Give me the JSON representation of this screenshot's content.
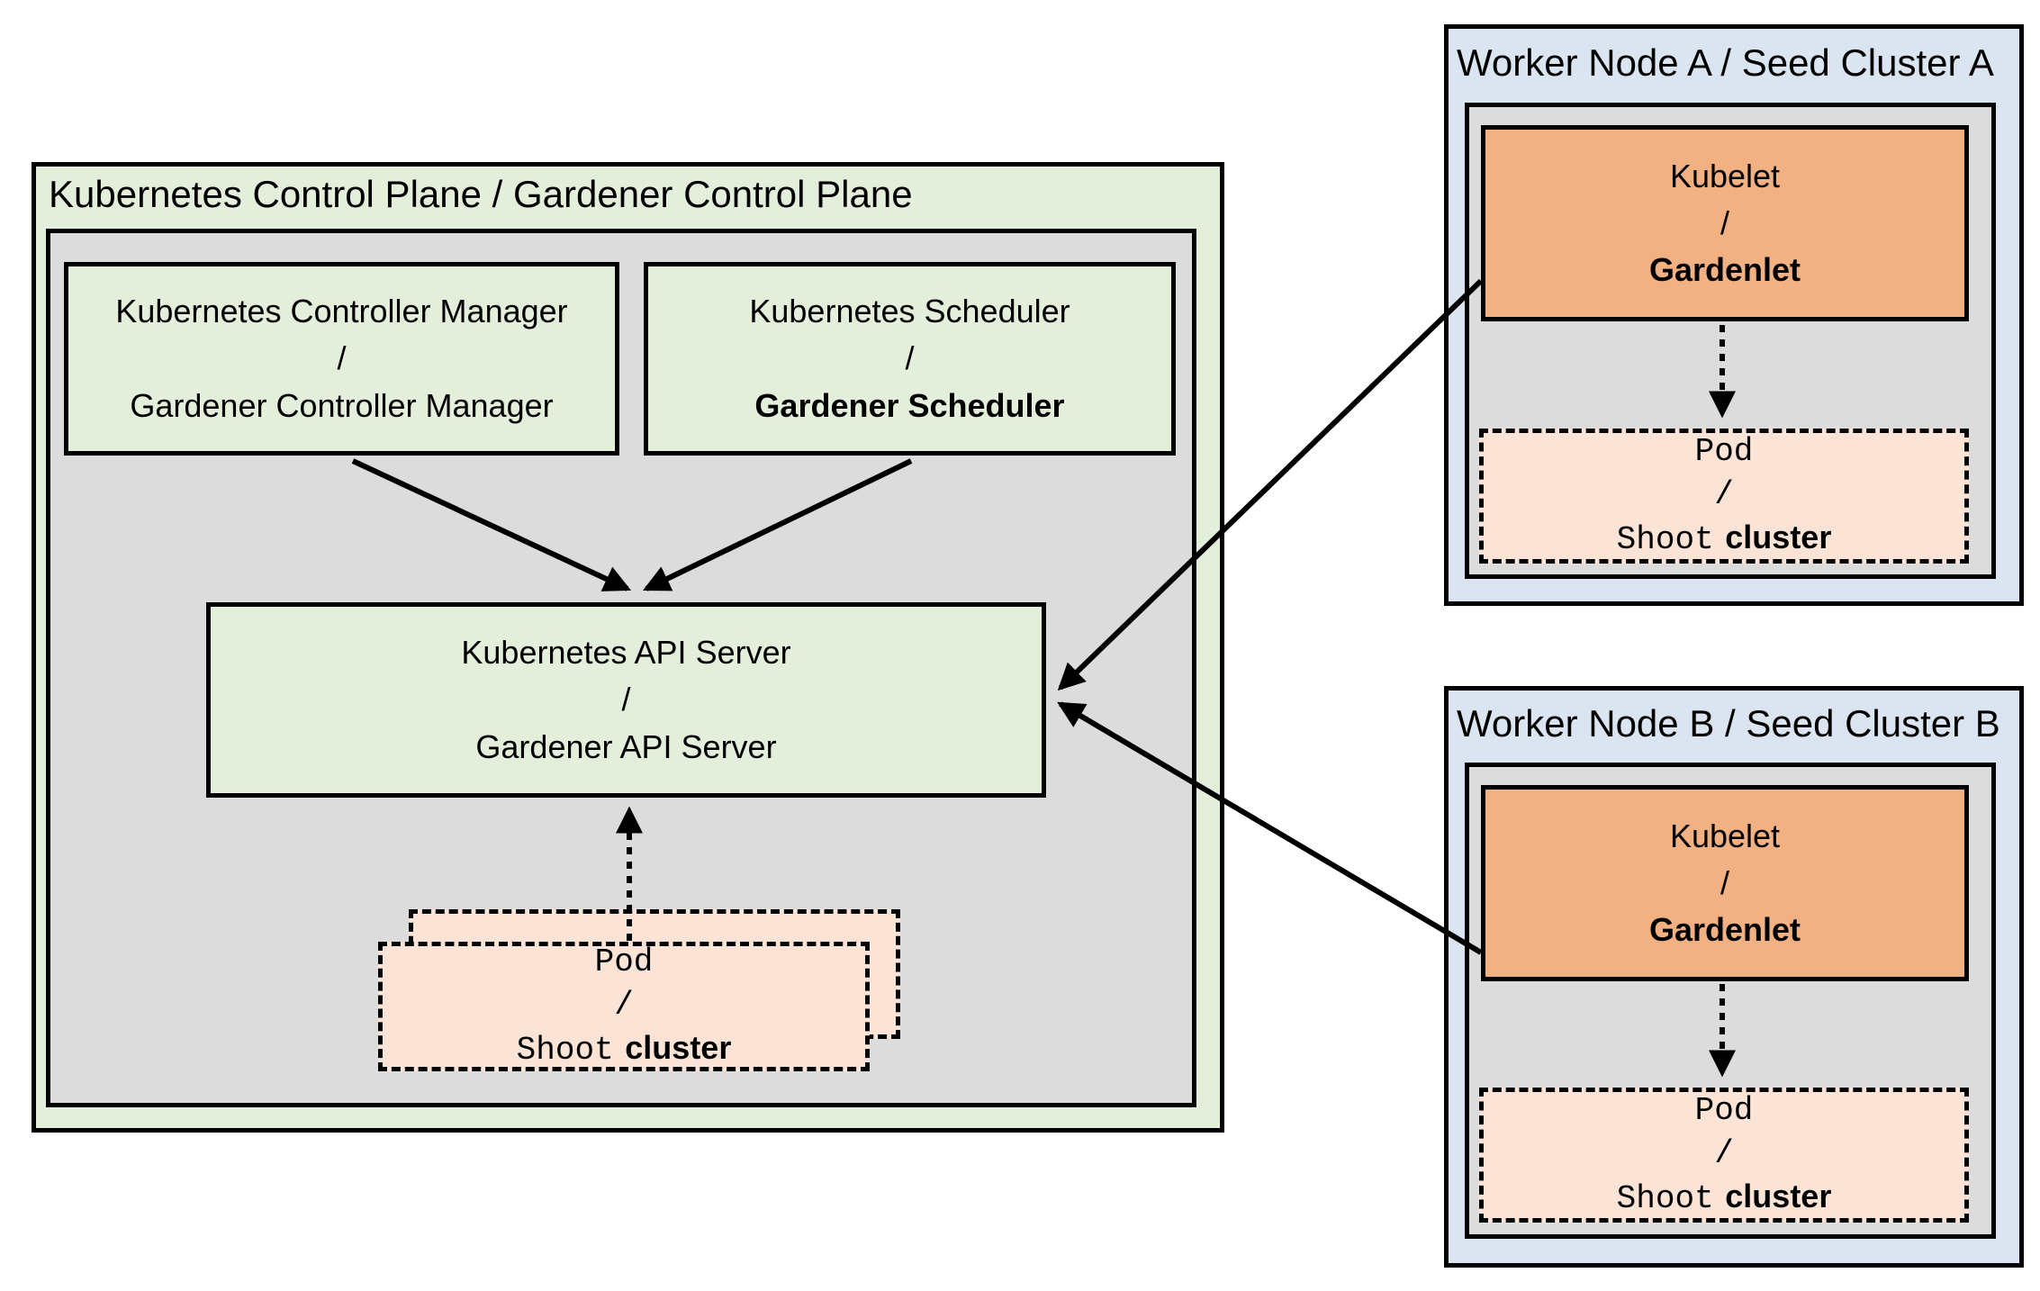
{
  "colors": {
    "light_green": "#e3efda",
    "gray": "#dcdcdc",
    "light_blue": "#dbe5f1",
    "orange": "#f2b183",
    "peach": "#fbe3d6",
    "line": "#000000"
  },
  "control_plane": {
    "title": "Kubernetes Control Plane / Gardener Control Plane",
    "controller_manager": {
      "top": "Kubernetes Controller Manager",
      "separator": "/",
      "bottom": "Gardener Controller Manager"
    },
    "scheduler": {
      "top": "Kubernetes Scheduler",
      "separator": "/",
      "bottom": "Gardener Scheduler"
    },
    "api_server": {
      "top": "Kubernetes API Server",
      "separator": "/",
      "bottom": "Gardener API Server"
    },
    "pod_stack": {
      "top": "Pod",
      "separator": "/",
      "bottom_code": "Shoot",
      "bottom_text": "cluster"
    }
  },
  "worker_node_a": {
    "title": "Worker Node A / Seed Cluster A",
    "kubelet": {
      "top": "Kubelet",
      "separator": "/",
      "bottom": "Gardenlet"
    },
    "pod": {
      "top": "Pod",
      "separator": "/",
      "bottom_code": "Shoot",
      "bottom_text": "cluster"
    }
  },
  "worker_node_b": {
    "title": "Worker Node B / Seed Cluster B",
    "kubelet": {
      "top": "Kubelet",
      "separator": "/",
      "bottom": "Gardenlet"
    },
    "pod": {
      "top": "Pod",
      "separator": "/",
      "bottom_code": "Shoot",
      "bottom_text": "cluster"
    }
  }
}
